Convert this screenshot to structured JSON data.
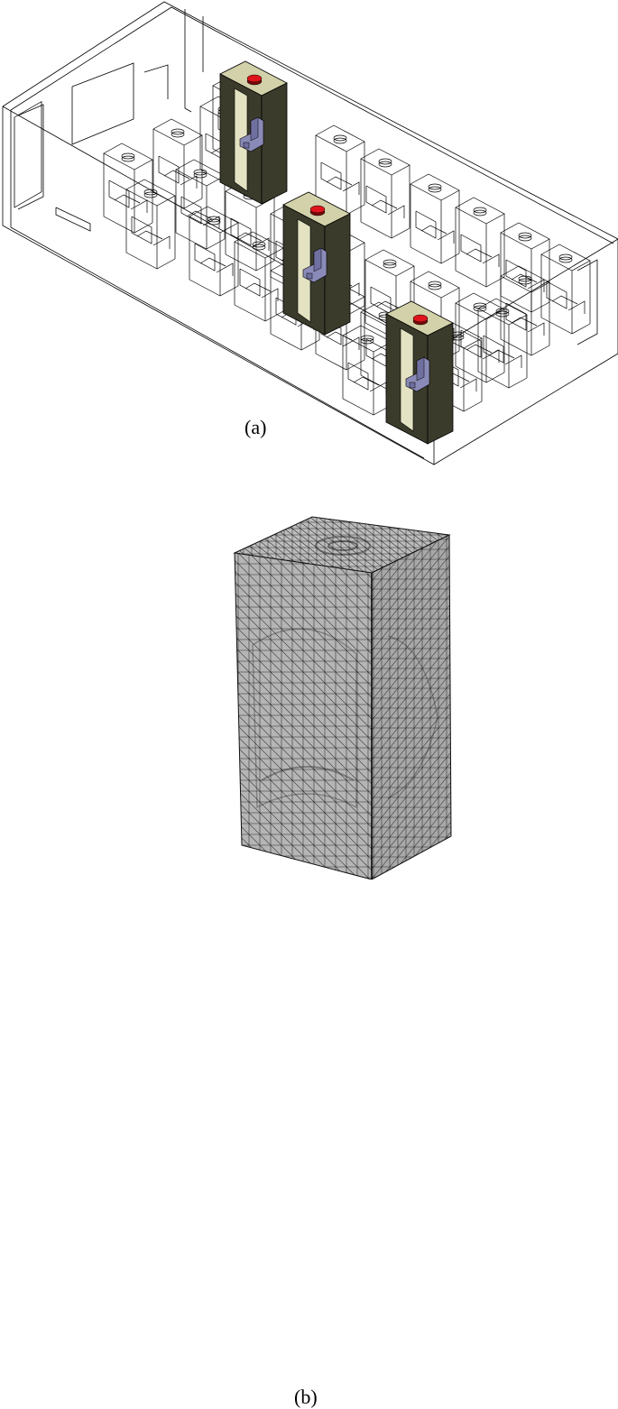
{
  "figure": {
    "panels": [
      {
        "id": "a",
        "label": "(a)"
      },
      {
        "id": "b",
        "label": "(b)"
      }
    ],
    "colors": {
      "wireframe": "#000000",
      "cabinet_face": "#3b3b2c",
      "cabinet_top": "#d2d1a9",
      "cabinet_inner": "#e3e2c2",
      "component": "#8a8ab8",
      "component_dark": "#6f6fa0",
      "vent_red": "#e0141c",
      "mesh_fill": "#b3b3b3",
      "mesh_line": "#2a2a2a"
    }
  }
}
